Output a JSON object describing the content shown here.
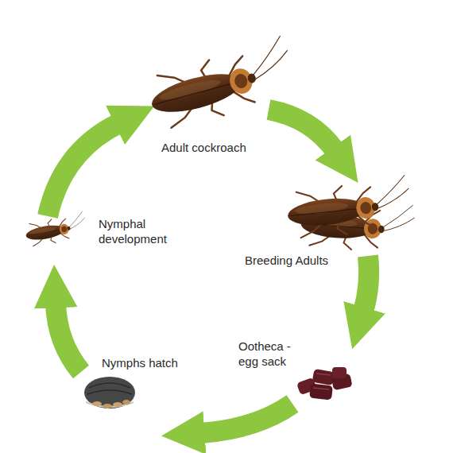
{
  "diagram": {
    "labels": [
      "Adult cockroach",
      "Breeding Adults",
      "Ootheca - egg sack",
      "Nymphs hatch",
      "Nymphal development"
    ]
  }
}
